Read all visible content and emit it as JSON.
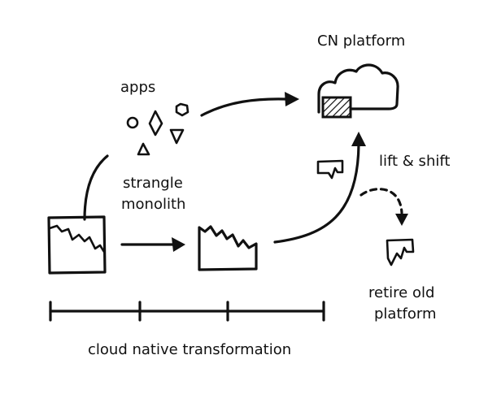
{
  "labels": {
    "cn_platform": "CN platform",
    "apps": "apps",
    "strangle_line1": "strangle",
    "strangle_line2": "monolith",
    "lift_shift": "lift & shift",
    "retire_line1": "retire old",
    "retire_line2": "platform",
    "timeline": "cloud native transformation"
  },
  "colors": {
    "ink": "#111111",
    "background": "#ffffff"
  }
}
